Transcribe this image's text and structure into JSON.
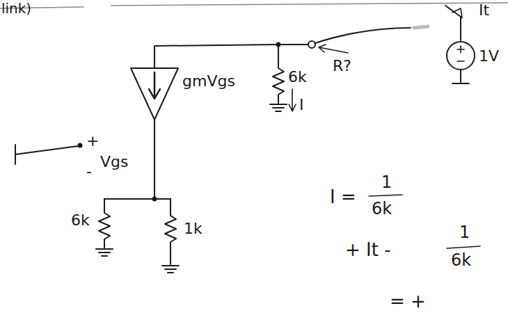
{
  "diagram": {
    "labels": [
      "link)",
      "It",
      "R?",
      "6k",
      "I",
      "1V",
      "gmVgs",
      "+",
      "Vgs",
      "-",
      "6k",
      "1k",
      "I =",
      "1",
      "6k",
      "+ It -",
      "1",
      "6k",
      "= +"
    ]
  }
}
